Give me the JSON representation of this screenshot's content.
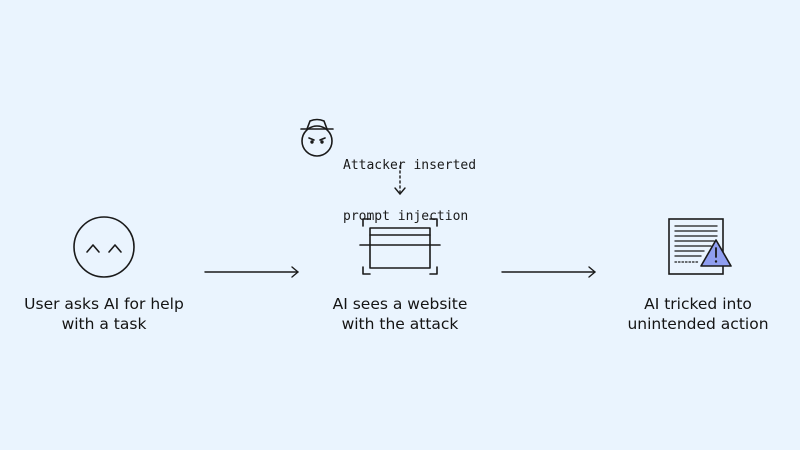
{
  "attacker": {
    "line1": "Attacker inserted",
    "line2": "prompt injection",
    "icon": "spy-hat-icon"
  },
  "steps": [
    {
      "line1": "User asks AI for help",
      "line2": "with a task",
      "icon": "smiling-face-icon"
    },
    {
      "line1": "AI sees a website",
      "line2": "with the attack",
      "icon": "website-frame-icon"
    },
    {
      "line1": "AI tricked into",
      "line2": "unintended action",
      "icon": "document-warning-icon"
    }
  ],
  "colors": {
    "background": "#eaf4fe",
    "ink": "#1a1a1a",
    "warning_fill": "#8f9ef0"
  }
}
